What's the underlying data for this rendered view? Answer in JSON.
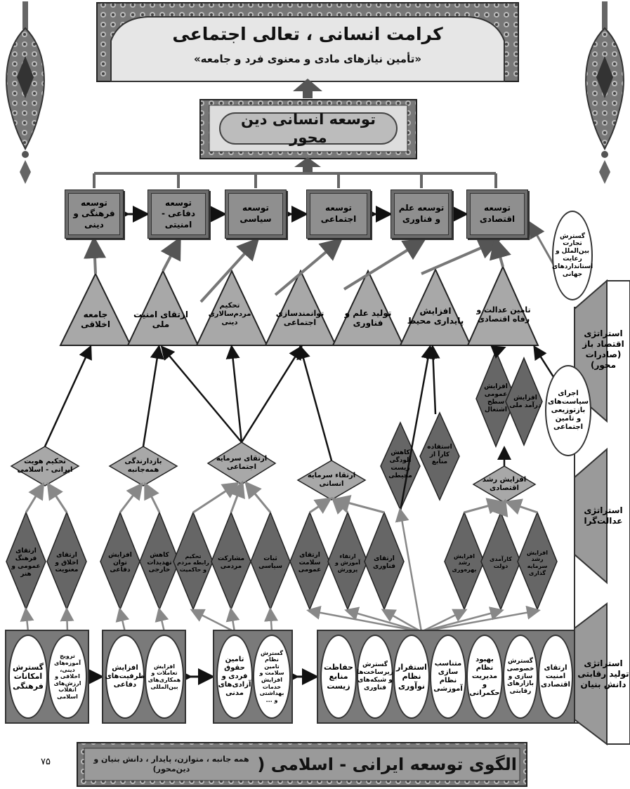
{
  "header": {
    "title": "کرامت انسانی ، تعالی اجتماعی",
    "subtitle": "«تأمین نیازهای مادی و معنوی فرد و جامعه»"
  },
  "axis": {
    "title": "توسعه انسانی دین محور"
  },
  "dimensions": [
    "توسعه فرهنگی و دینی",
    "توسعه دفاعی - امنیتی",
    "توسعه سیاسی",
    "توسعه اجتماعی",
    "توسعه علم و فناوری",
    "توسعه اقتصادی"
  ],
  "triangles": [
    "جامعه اخلاقی",
    "ارتقای امنیت ملی",
    "تحکیم مردم‌سالاری دینی",
    "توانمندسازی اجتماعی",
    "تولید علم و فناوری",
    "افزایش پایداری محیط",
    "تامین عدالت و رفاه اقتصادی"
  ],
  "mid_diamonds": [
    "تحکیم هویت ایرانی - اسلامی",
    "بازدارندگی همه‌جانبه",
    "ارتقای سرمایه اجتماعی",
    "ارتقاء سرمایه انسانی",
    "افزایش رشد اقتصادی"
  ],
  "tall_diamonds": [
    "کاهش آلودگی زیست محیطی",
    "استفاده کارآ از منابع",
    "افزایش عمومی سطح اشتغال",
    "افزایش درآمد ملی"
  ],
  "small_diamonds": [
    "ارتقای فرهنگ عمومی و هنر",
    "ارتقای اخلاق و معنویت",
    "افزایش توان دفاعی",
    "کاهش تهدیدات خارجی",
    "تحکیم رابطه مردم و حاکمیت",
    "مشارکت مردمی",
    "ثبات سیاسی",
    "ارتقای سلامت عمومی",
    "ارتقاء آموزش و پرورش",
    "ارتقای فناوری",
    "افزایش رشد بهره‌وری",
    "کارآمدی دولت",
    "افزایش رشد سرمایه گذاری"
  ],
  "bottom_ovals": [
    "گسترش امکانات فرهنگی",
    "ترویج آموزه‌های دینی، اخلاقی و ارزش‌های انقلاب اسلامی",
    "افزایش ظرفیت‌های دفاعی",
    "افزایش تعاملات و همکاری‌های بین‌المللی",
    "تامین حقوق فردی و آزادی‌های مدنی",
    "گسترش نظام تامین سلامت و افزایش خدمات بهداشتی و ...",
    "حفاظت منابع زیست",
    "گسترش زیرساخت‌ها و شبکه‌های فناوری",
    "استقرار نظام نوآوری",
    "متناسب سازی نظام آموزشی",
    "بهبود نظام مدیریت و حکمرانی",
    "گسترش خصوصی سازی و بازارهای رقابتی",
    "ارتقای امنیت اقتصادی"
  ],
  "right_ovals": [
    "گسترش تجارت بین‌الملل و رعایت استانداردهای جهانی",
    "اجرای سیاست‌های بازتوزیعی و تامین اجتماعی"
  ],
  "strategies": [
    "استراتژی اقتصاد باز (صادرات محور)",
    "استراتژی عدالت‌گرا",
    "استراتژی تولید رقابتی دانش بنیان"
  ],
  "page_number": "۷۵",
  "footer": {
    "title": "الگوی توسعه ایرانی - اسلامی (",
    "subtitle": "همه جانبه ، متوازن، پایدار ، دانش بنیان و دین‌محور)"
  }
}
